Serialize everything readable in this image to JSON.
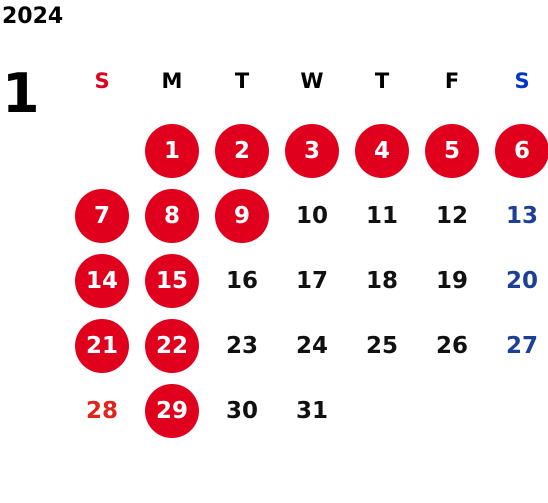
{
  "calendar": {
    "year": "2024",
    "month": "1",
    "weekdays": [
      "S",
      "M",
      "T",
      "W",
      "T",
      "F",
      "S"
    ],
    "colors": {
      "sunday_header": "#e0001e",
      "saturday_header": "#0033cc",
      "weekday_header": "#000000",
      "marked_fill": "#e0001e",
      "marked_text": "#ffffff",
      "sunday_text": "#e0251c",
      "saturday_text": "#1d3f96",
      "default_text": "#111111"
    },
    "weeks": [
      [
        null,
        "1",
        "2",
        "3",
        "4",
        "5",
        "6"
      ],
      [
        "7",
        "8",
        "9",
        "10",
        "11",
        "12",
        "13"
      ],
      [
        "14",
        "15",
        "16",
        "17",
        "18",
        "19",
        "20"
      ],
      [
        "21",
        "22",
        "23",
        "24",
        "25",
        "26",
        "27"
      ],
      [
        "28",
        "29",
        "30",
        "31",
        null,
        null,
        null
      ]
    ],
    "marked_days": [
      "1",
      "2",
      "3",
      "4",
      "5",
      "6",
      "7",
      "8",
      "9",
      "14",
      "15",
      "21",
      "22",
      "29"
    ]
  }
}
